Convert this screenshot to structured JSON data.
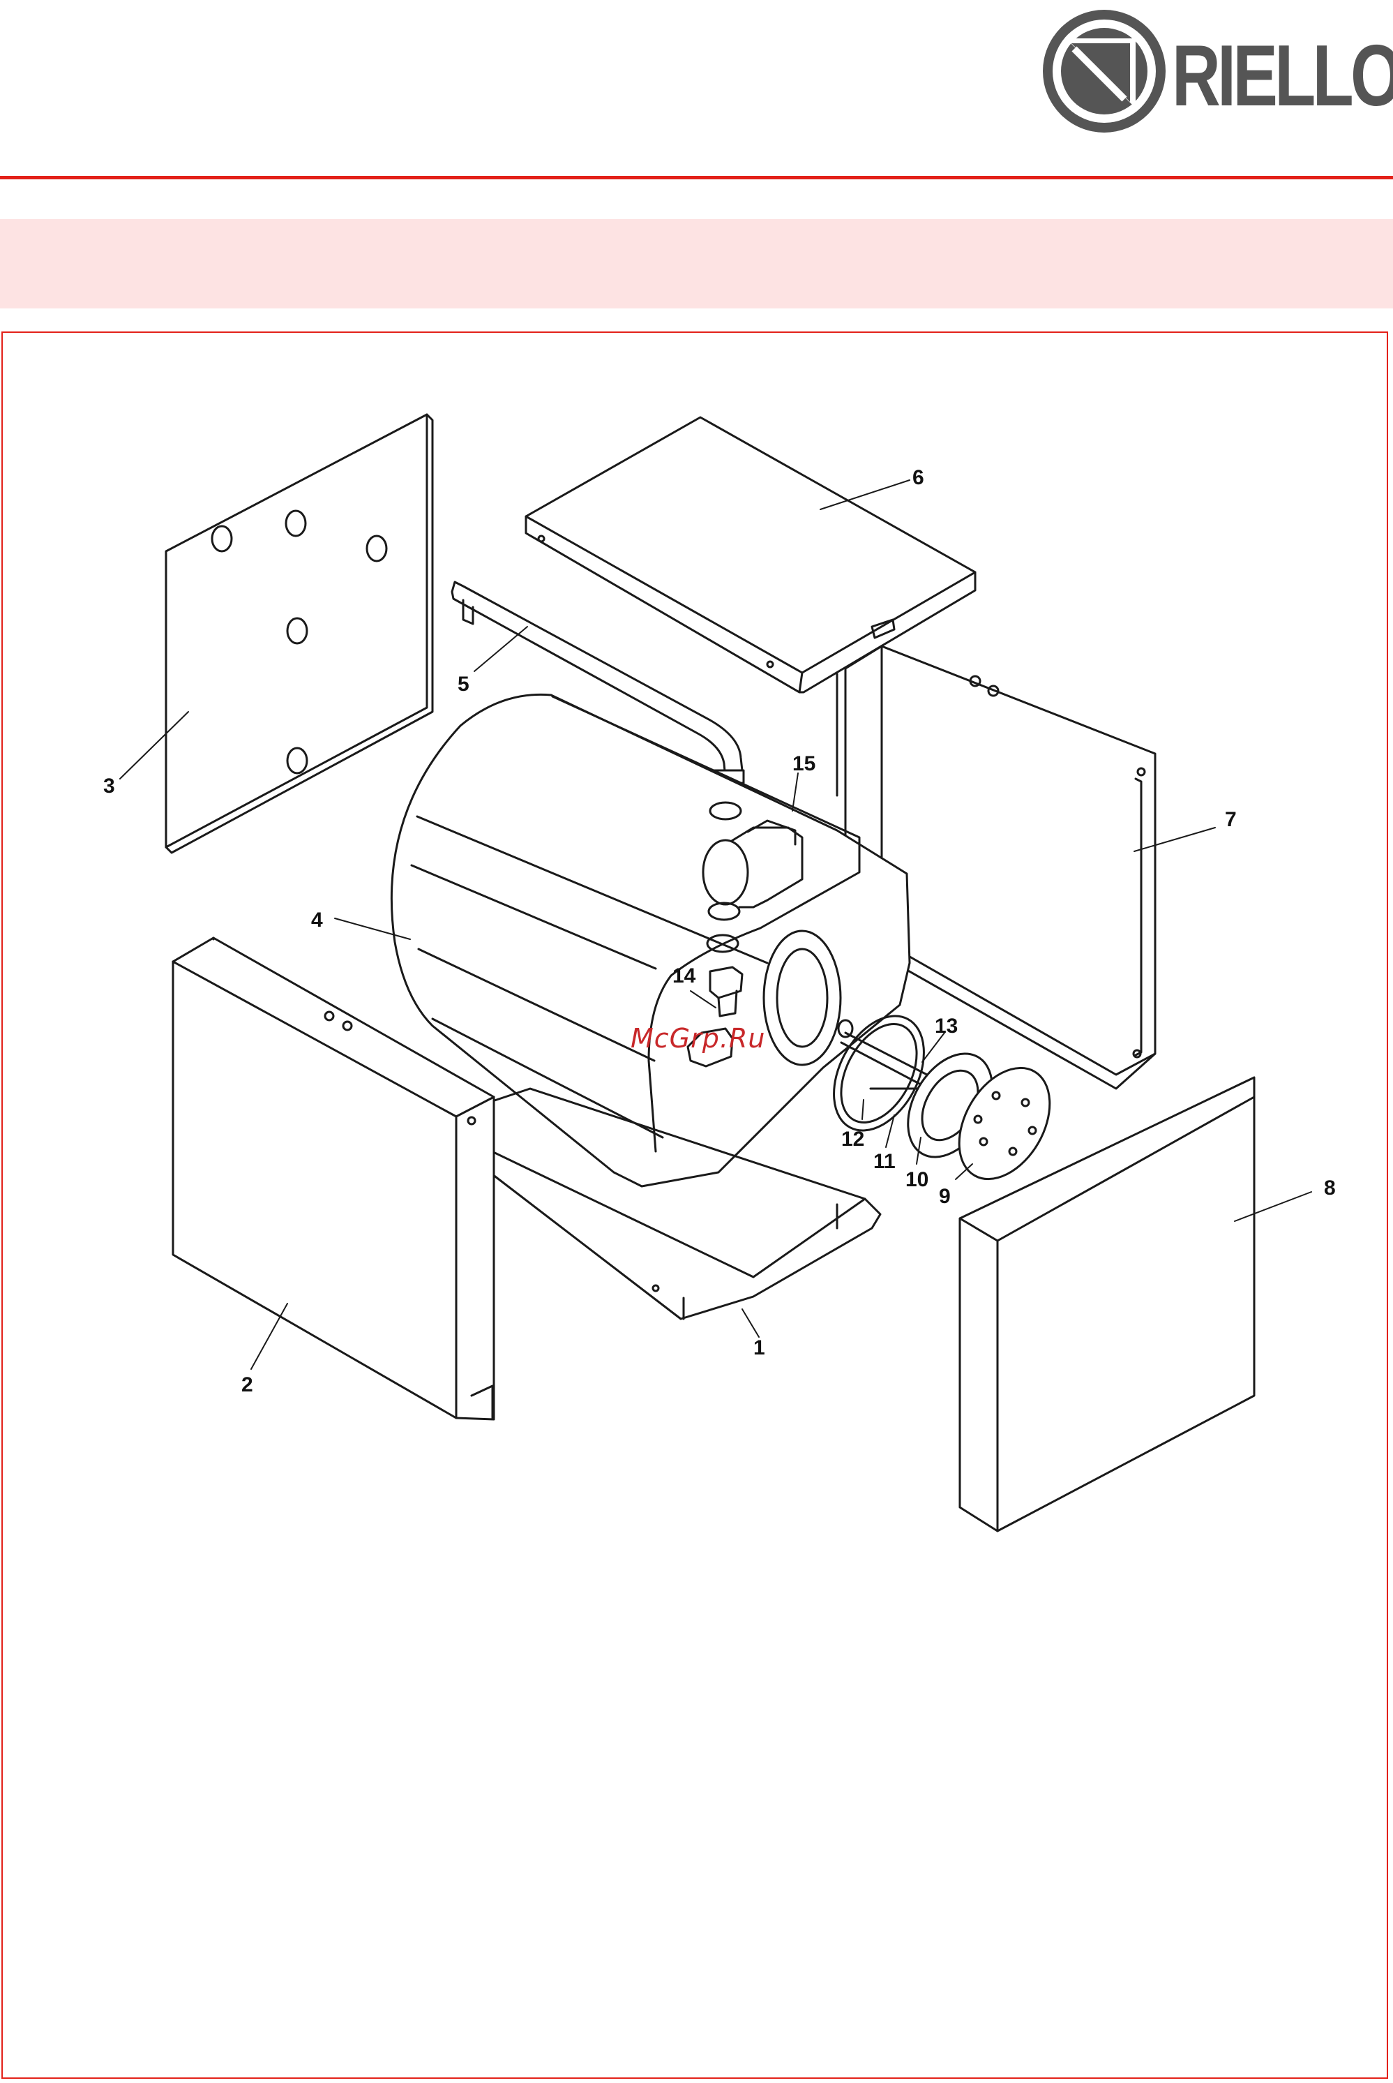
{
  "brand": {
    "name": "RIELLO",
    "colors": {
      "accent": "#e32119",
      "band": "#fde3e3",
      "logo": "#555555"
    }
  },
  "diagram": {
    "callouts": [
      {
        "id": "1",
        "label": "1"
      },
      {
        "id": "2",
        "label": "2"
      },
      {
        "id": "3",
        "label": "3"
      },
      {
        "id": "4",
        "label": "4"
      },
      {
        "id": "5",
        "label": "5"
      },
      {
        "id": "6",
        "label": "6"
      },
      {
        "id": "7",
        "label": "7"
      },
      {
        "id": "8",
        "label": "8"
      },
      {
        "id": "9",
        "label": "9"
      },
      {
        "id": "10",
        "label": "10"
      },
      {
        "id": "11",
        "label": "11"
      },
      {
        "id": "12",
        "label": "12"
      },
      {
        "id": "13",
        "label": "13"
      },
      {
        "id": "14",
        "label": "14"
      },
      {
        "id": "15",
        "label": "15"
      }
    ]
  },
  "watermark": "McGrp.Ru"
}
